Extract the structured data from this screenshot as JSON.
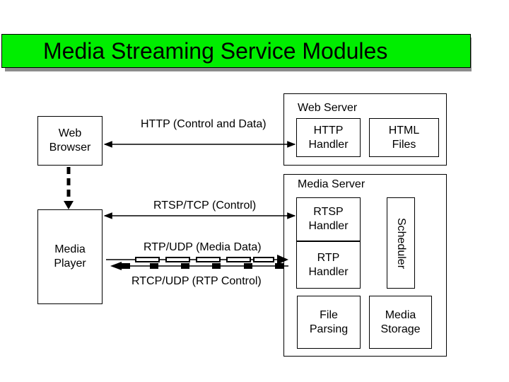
{
  "title": "Media Streaming Service Modules",
  "nodes": {
    "web_browser": "Web\nBrowser",
    "media_player": "Media\nPlayer",
    "web_server": "Web Server",
    "http_handler": "HTTP\nHandler",
    "html_files": "HTML\nFiles",
    "media_server": "Media Server",
    "rtsp_handler": "RTSP\nHandler",
    "rtp_handler": "RTP\nHandler",
    "scheduler": "Scheduler",
    "file_parsing": "File\nParsing",
    "media_storage": "Media\nStorage"
  },
  "edges": {
    "http": "HTTP (Control and Data)",
    "rtsp": "RTSP/TCP (Control)",
    "rtp": "RTP/UDP (Media Data)",
    "rtcp": "RTCP/UDP (RTP Control)"
  },
  "colors": {
    "title_bg": "#00ee00",
    "title_shadow": "#8c8c8c"
  }
}
